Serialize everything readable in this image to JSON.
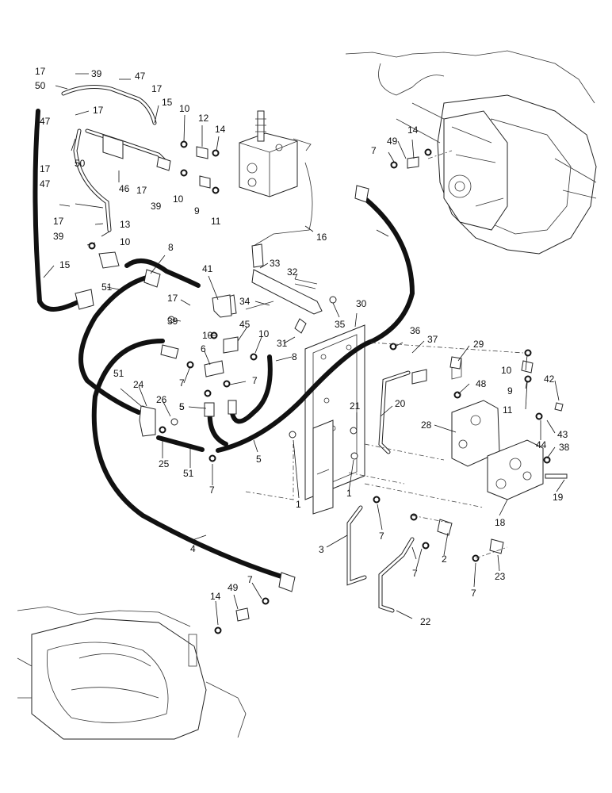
{
  "diagram": {
    "callouts": [
      {
        "id": "c-17-a",
        "text": "17"
      },
      {
        "id": "c-39-a",
        "text": "39"
      },
      {
        "id": "c-47-a",
        "text": "47"
      },
      {
        "id": "c-50-a",
        "text": "50"
      },
      {
        "id": "c-17-b",
        "text": "17"
      },
      {
        "id": "c-17-c",
        "text": "17"
      },
      {
        "id": "c-15-a",
        "text": "15"
      },
      {
        "id": "c-47-b",
        "text": "47"
      },
      {
        "id": "c-50-b",
        "text": "50"
      },
      {
        "id": "c-10-a",
        "text": "10"
      },
      {
        "id": "c-12",
        "text": "12"
      },
      {
        "id": "c-14-a",
        "text": "14"
      },
      {
        "id": "c-17-d",
        "text": "17"
      },
      {
        "id": "c-47-c",
        "text": "47"
      },
      {
        "id": "c-46",
        "text": "46"
      },
      {
        "id": "c-17-e",
        "text": "17"
      },
      {
        "id": "c-39-b",
        "text": "39"
      },
      {
        "id": "c-10-b",
        "text": "10"
      },
      {
        "id": "c-9-a",
        "text": "9"
      },
      {
        "id": "c-11-a",
        "text": "11"
      },
      {
        "id": "c-17-f",
        "text": "17"
      },
      {
        "id": "c-13",
        "text": "13"
      },
      {
        "id": "c-39-c",
        "text": "39"
      },
      {
        "id": "c-10-c",
        "text": "10"
      },
      {
        "id": "c-15-b",
        "text": "15"
      },
      {
        "id": "c-8-a",
        "text": "8"
      },
      {
        "id": "c-51-a",
        "text": "51"
      },
      {
        "id": "c-41",
        "text": "41"
      },
      {
        "id": "c-17-g",
        "text": "17"
      },
      {
        "id": "c-39-d",
        "text": "39"
      },
      {
        "id": "c-16",
        "text": "16"
      },
      {
        "id": "c-33",
        "text": "33"
      },
      {
        "id": "c-32",
        "text": "32"
      },
      {
        "id": "c-34",
        "text": "34"
      },
      {
        "id": "c-35",
        "text": "35"
      },
      {
        "id": "c-30",
        "text": "30"
      },
      {
        "id": "c-45",
        "text": "45"
      },
      {
        "id": "c-10-d",
        "text": "10"
      },
      {
        "id": "c-10-e",
        "text": "10"
      },
      {
        "id": "c-31",
        "text": "31"
      },
      {
        "id": "c-8-b",
        "text": "8"
      },
      {
        "id": "c-6",
        "text": "6"
      },
      {
        "id": "c-7-a",
        "text": "7"
      },
      {
        "id": "c-7-b",
        "text": "7"
      },
      {
        "id": "c-5-a",
        "text": "5"
      },
      {
        "id": "c-14-b",
        "text": "14"
      },
      {
        "id": "c-49-a",
        "text": "49"
      },
      {
        "id": "c-7-c",
        "text": "7"
      },
      {
        "id": "c-36",
        "text": "36"
      },
      {
        "id": "c-37",
        "text": "37"
      },
      {
        "id": "c-29",
        "text": "29"
      },
      {
        "id": "c-10-f",
        "text": "10"
      },
      {
        "id": "c-9-b",
        "text": "9"
      },
      {
        "id": "c-11-b",
        "text": "11"
      },
      {
        "id": "c-42",
        "text": "42"
      },
      {
        "id": "c-48",
        "text": "48"
      },
      {
        "id": "c-20",
        "text": "20"
      },
      {
        "id": "c-21",
        "text": "21"
      },
      {
        "id": "c-28",
        "text": "28"
      },
      {
        "id": "c-43",
        "text": "43"
      },
      {
        "id": "c-44",
        "text": "44"
      },
      {
        "id": "c-38",
        "text": "38"
      },
      {
        "id": "c-19",
        "text": "19"
      },
      {
        "id": "c-51-b",
        "text": "51"
      },
      {
        "id": "c-24",
        "text": "24"
      },
      {
        "id": "c-26",
        "text": "26"
      },
      {
        "id": "c-5-b",
        "text": "5"
      },
      {
        "id": "c-5-c",
        "text": "5"
      },
      {
        "id": "c-25",
        "text": "25"
      },
      {
        "id": "c-51-c",
        "text": "51"
      },
      {
        "id": "c-7-d",
        "text": "7"
      },
      {
        "id": "c-1-a",
        "text": "1"
      },
      {
        "id": "c-1-b",
        "text": "1"
      },
      {
        "id": "c-18",
        "text": "18"
      },
      {
        "id": "c-7-e",
        "text": "7"
      },
      {
        "id": "c-3",
        "text": "3"
      },
      {
        "id": "c-2",
        "text": "2"
      },
      {
        "id": "c-7-f",
        "text": "7"
      },
      {
        "id": "c-23",
        "text": "23"
      },
      {
        "id": "c-7-g",
        "text": "7"
      },
      {
        "id": "c-22",
        "text": "22"
      },
      {
        "id": "c-4",
        "text": "4"
      },
      {
        "id": "c-7-h",
        "text": "7"
      },
      {
        "id": "c-49-b",
        "text": "49"
      },
      {
        "id": "c-14-c",
        "text": "14"
      }
    ]
  }
}
